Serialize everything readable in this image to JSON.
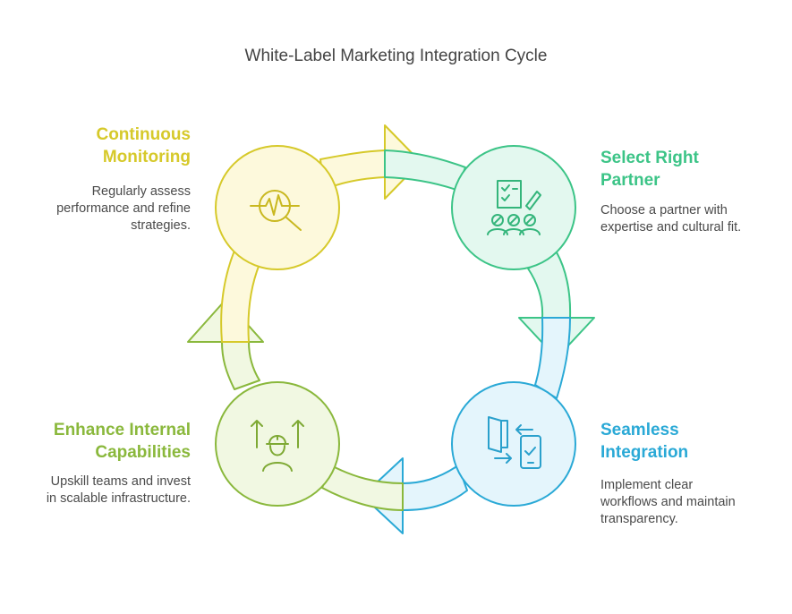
{
  "title": "White-Label Marketing Integration Cycle",
  "steps": [
    {
      "id": "select",
      "title_lines": [
        "Select Right",
        "Partner"
      ],
      "desc_lines": [
        "Choose a partner with",
        "expertise and cultural fit."
      ],
      "color": "#3cc487",
      "fill": "#e3f8ef",
      "icon": "checklist-team-icon"
    },
    {
      "id": "seamless",
      "title_lines": [
        "Seamless",
        "Integration"
      ],
      "desc_lines": [
        "Implement clear",
        "workflows and maintain",
        "transparency."
      ],
      "color": "#2aa9d6",
      "fill": "#e4f5fc",
      "icon": "phone-sync-icon"
    },
    {
      "id": "enhance",
      "title_lines": [
        "Enhance Internal",
        "Capabilities"
      ],
      "desc_lines": [
        "Upskill teams and invest",
        "in scalable infrastructure."
      ],
      "color": "#8ab83c",
      "fill": "#f1f8e2",
      "icon": "worker-upskill-icon"
    },
    {
      "id": "monitor",
      "title_lines": [
        "Continuous",
        "Monitoring"
      ],
      "desc_lines": [
        "Regularly assess",
        "performance and refine",
        "strategies."
      ],
      "color": "#d6c92a",
      "fill": "#fdf9dc",
      "icon": "performance-search-icon"
    }
  ]
}
